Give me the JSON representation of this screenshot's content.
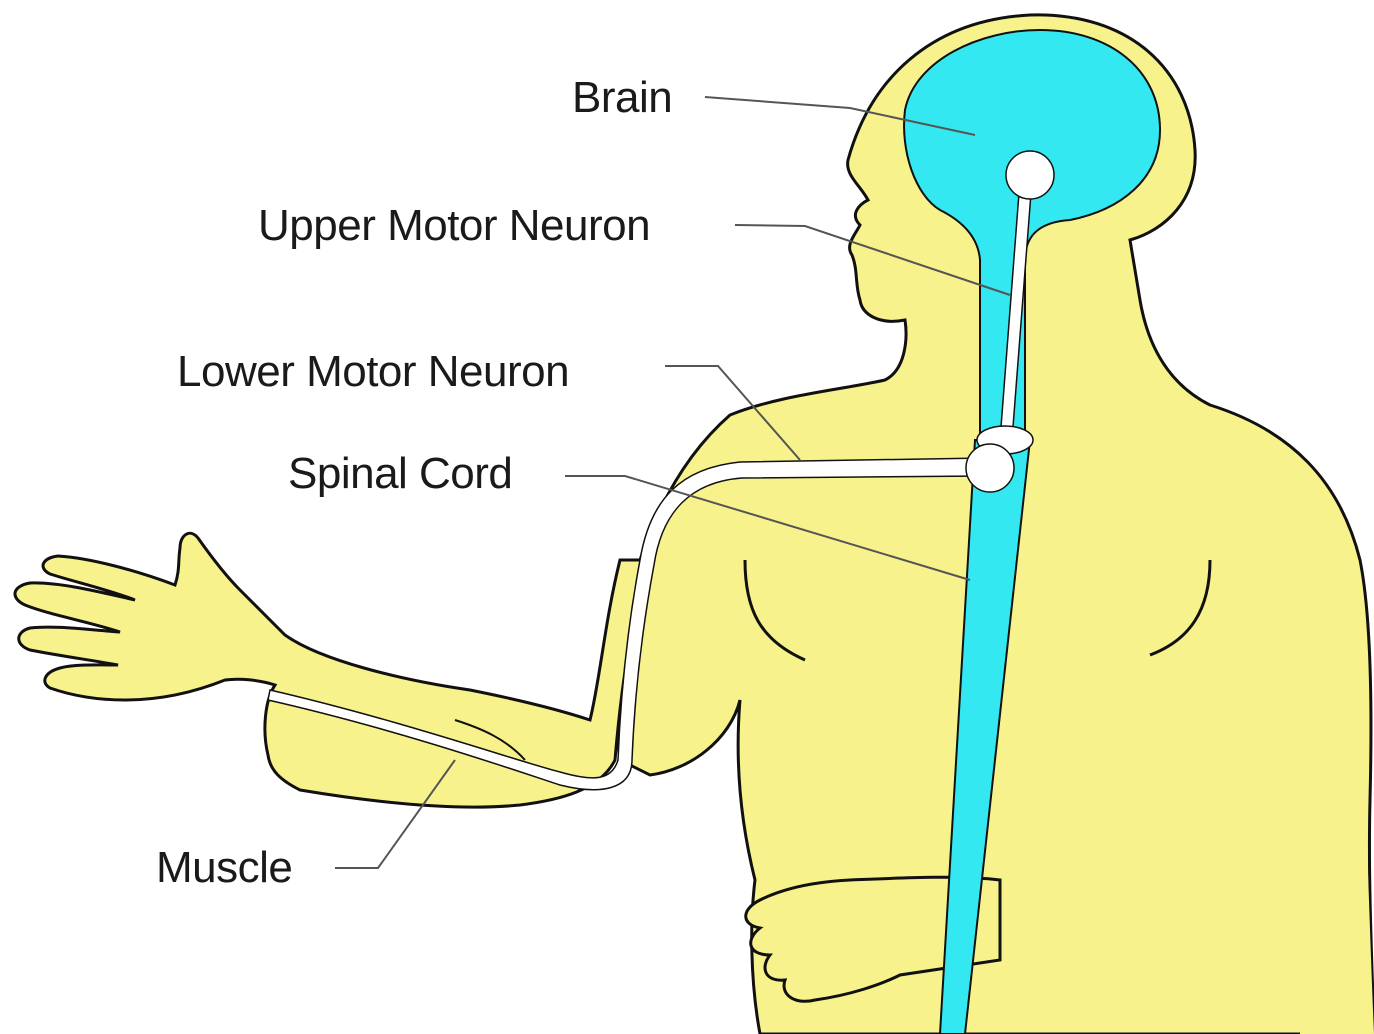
{
  "labels": {
    "brain": "Brain",
    "upper_motor_neuron": "Upper Motor Neuron",
    "lower_motor_neuron": "Lower Motor Neuron",
    "spinal_cord": "Spinal Cord",
    "muscle": "Muscle"
  },
  "colors": {
    "skin": "#f7f28c",
    "nervous_system": "#33e8f0",
    "neuron": "#ffffff",
    "outline": "#111111",
    "leader_line": "#555555"
  }
}
